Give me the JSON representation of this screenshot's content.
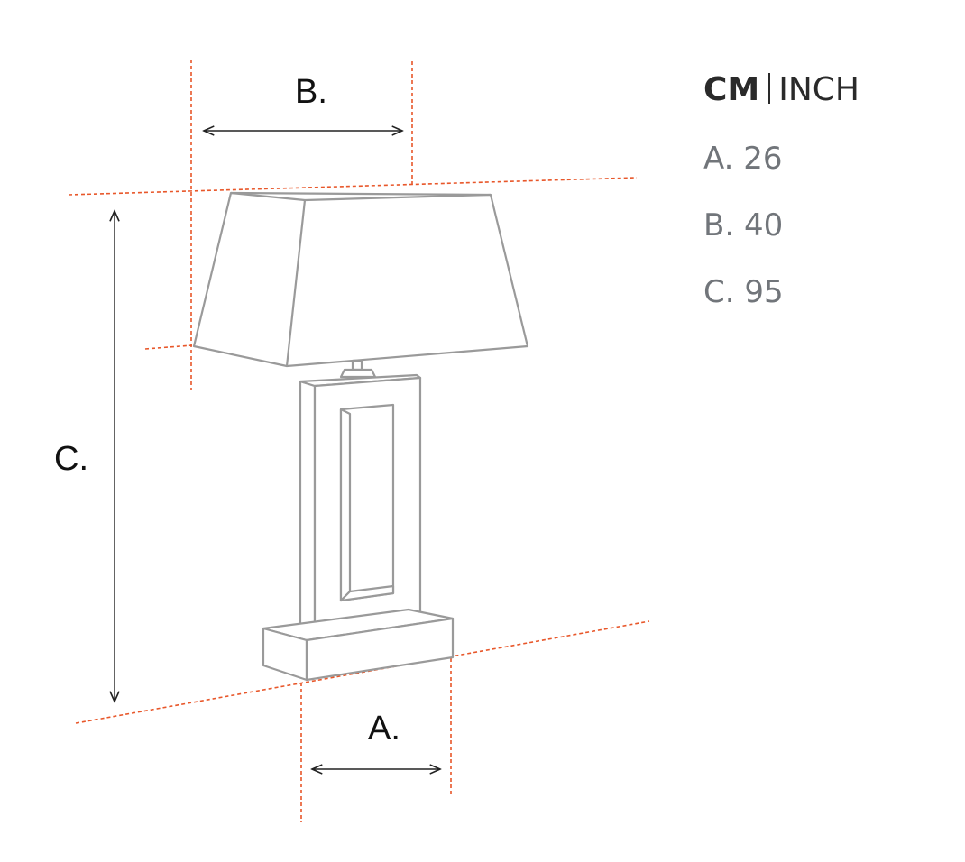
{
  "dimension_labels": {
    "a": "A.",
    "b": "B.",
    "c": "C."
  },
  "legend": {
    "unit_cm": "CM",
    "unit_inch": "INCH",
    "rows": [
      {
        "label": "A.",
        "value": "26"
      },
      {
        "label": "B.",
        "value": "40"
      },
      {
        "label": "C.",
        "value": "95"
      }
    ]
  },
  "colors": {
    "guide_lines": "#e8572a",
    "lamp_outline": "#9a9a9a",
    "arrows": "#222222",
    "legend_text": "#71757a"
  }
}
